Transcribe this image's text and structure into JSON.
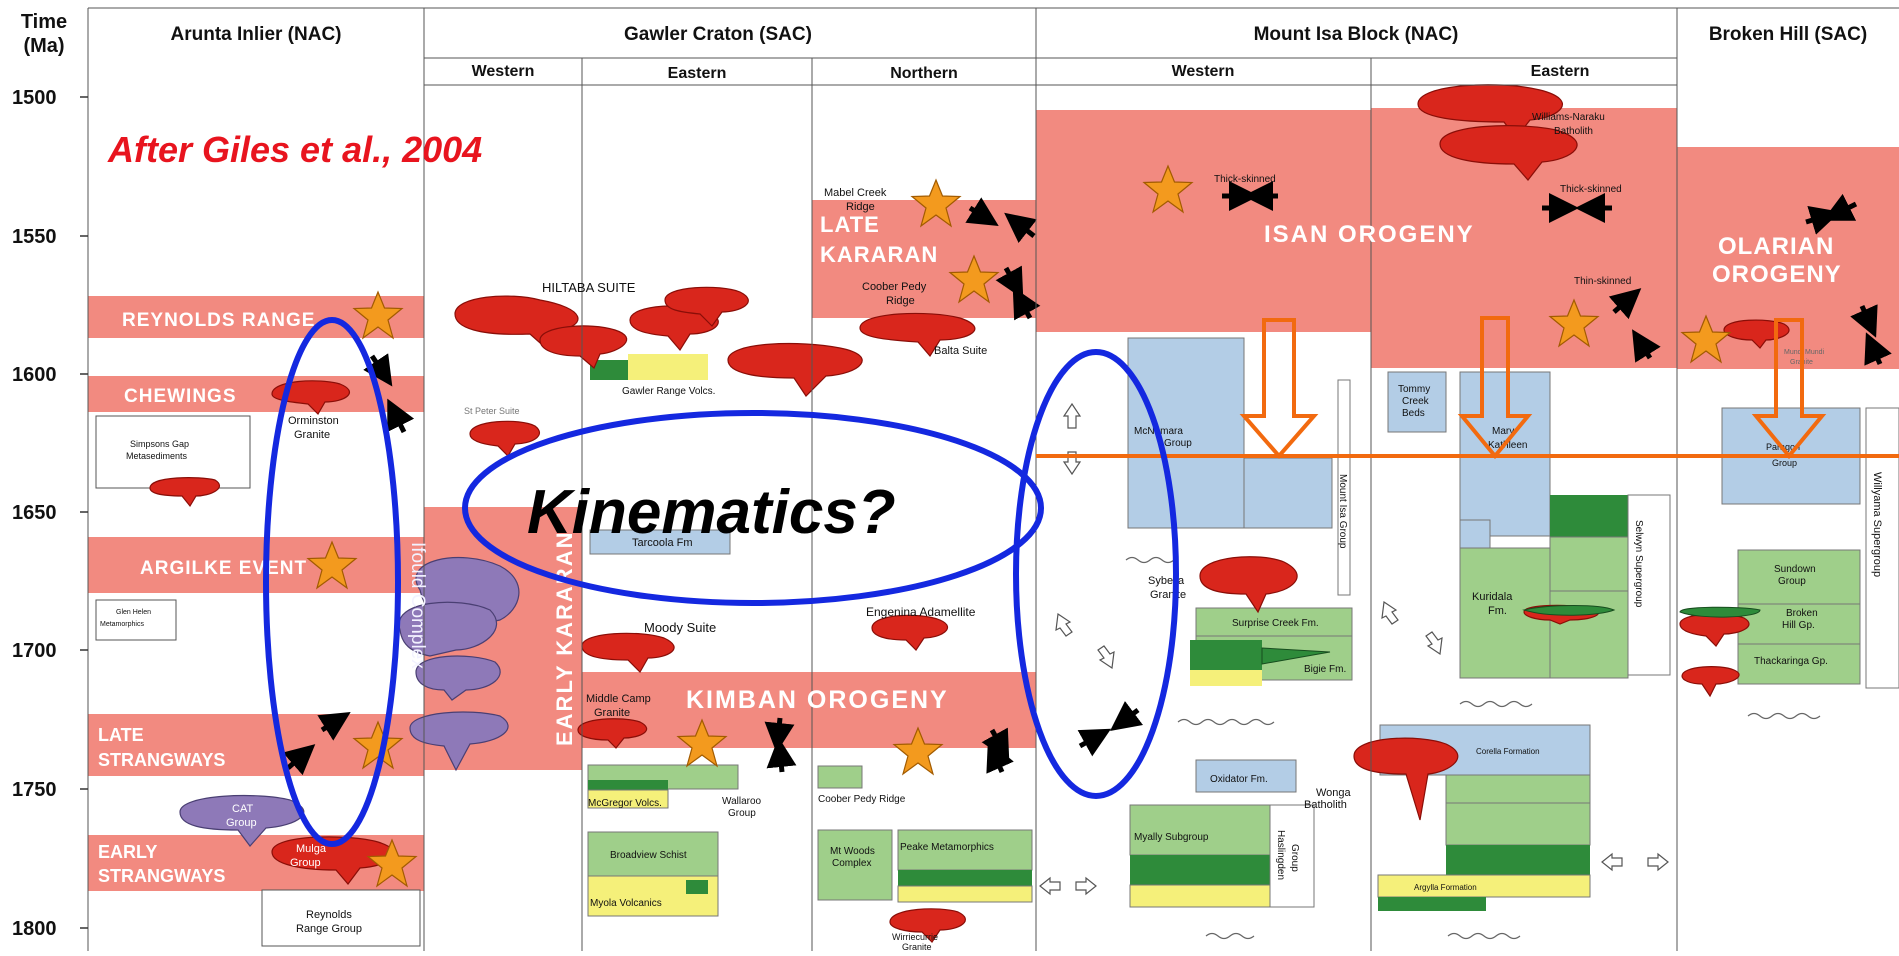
{
  "axis": {
    "title_line1": "Time",
    "title_line2": "(Ma)",
    "ticks": [
      "1500",
      "1550",
      "1600",
      "1650",
      "1700",
      "1750",
      "1800"
    ]
  },
  "regions": {
    "arunta": "Arunta Inlier (NAC)",
    "gawler": "Gawler Craton (SAC)",
    "mountisa": "Mount Isa Block (NAC)",
    "broken": "Broken Hill (SAC)"
  },
  "subregions": {
    "gawler_western": "Western",
    "gawler_eastern": "Eastern",
    "gawler_northern": "Northern",
    "isa_western": "Western",
    "isa_eastern": "Eastern"
  },
  "citation": "After Giles et al., 2004",
  "callout": "Kinematics?",
  "events": {
    "reynolds_range": "REYNOLDS RANGE",
    "chewings": "CHEWINGS",
    "argilke": "ARGILKE EVENT",
    "late_strangways_1": "LATE",
    "late_strangways_2": "STRANGWAYS",
    "early_strangways_1": "EARLY",
    "early_strangways_2": "STRANGWAYS",
    "late_kararan_1": "LATE",
    "late_kararan_2": "KARARAN",
    "early_kararan": "EARLY KARARAN",
    "kimban": "KIMBAN OROGENY",
    "isan": "ISAN OROGENY",
    "olarian_1": "OLARIAN",
    "olarian_2": "OROGENY"
  },
  "units": {
    "hiltaba": "HILTABA SUITE",
    "gawler_range": "Gawler Range Volcs.",
    "st_peter": "St Peter Suite",
    "mabel_1": "Mabel Creek",
    "mabel_2": "Ridge",
    "coober_1": "Coober Pedy",
    "coober_2": "Ridge",
    "balta": "Balta Suite",
    "orminston_1": "Orminston",
    "orminston_2": "Granite",
    "simpsons_1": "Simpsons Gap",
    "simpsons_2": "Metasediments",
    "glen_helen_1": "Glen Helen",
    "glen_helen_2": "Metamorphics",
    "cat_1": "CAT",
    "cat_2": "Group",
    "mulga_1": "Mulga",
    "mulga_2": "Group",
    "reynolds_grp_1": "Reynolds",
    "reynolds_grp_2": "Range Group",
    "tarcoola": "Tarcoola Fm",
    "moody": "Moody Suite",
    "engenina": "Engenina Adamellite",
    "middle_camp_1": "Middle Camp",
    "middle_camp_2": "Granite",
    "mcgregor": "McGregor Volcs.",
    "wallaroo_1": "Wallaroo",
    "wallaroo_2": "Group",
    "broadview": "Broadview Schist",
    "myola": "Myola Volcanics",
    "coober_ridge": "Coober Pedy Ridge",
    "mt_woods_1": "Mt Woods",
    "mt_woods_2": "Complex",
    "peake": "Peake Metamorphics",
    "wirriecurrie_1": "Wirriecurrie",
    "wirriecurrie_2": "Granite",
    "ifould": "Ifould Complex",
    "thick_skinned_w": "Thick-skinned",
    "thick_skinned_e": "Thick-skinned",
    "thin_skinned": "Thin-skinned",
    "williams_1": "Williams-Naraku",
    "williams_2": "Batholith",
    "mcnamara_1": "McNamara",
    "mcnamara_2": "Group",
    "mount_isa_grp": "Mount Isa Group",
    "tommy_1": "Tommy",
    "tommy_2": "Creek",
    "tommy_3": "Beds",
    "mary_1": "Mary",
    "mary_2": "Kathleen",
    "sybella_1": "Sybella",
    "sybella_2": "Granite",
    "surprise": "Surprise Creek Fm.",
    "bigie": "Bigie Fm.",
    "kuridala_1": "Kuridala",
    "kuridala_2": "Fm.",
    "selwyn": "Selwyn Supergroup",
    "oxidator": "Oxidator Fm.",
    "myally": "Myally Subgroup",
    "haslingden_1": "Haslingden",
    "haslingden_2": "Group",
    "wonga_1": "Wonga",
    "wonga_2": "Batholith",
    "argylla": "Argylla Formation",
    "corella": "Corella Formation",
    "willyama": "Willyama Supergroup",
    "sundown_1": "Sundown",
    "sundown_2": "Group",
    "broken_hill_gp_1": "Broken",
    "broken_hill_gp_2": "Hill Gp.",
    "thackaringa": "Thackaringa Gp.",
    "paragon_1": "Paragon",
    "paragon_2": "Group",
    "mundi_1": "Mundi Mundi",
    "mundi_2": "Granite"
  },
  "colors": {
    "orogeny_band": "#f28a80",
    "granite": "#d9261c",
    "basin_blue": "#b3cde6",
    "basin_green": "#9fcf8a",
    "dark_green": "#2e8b3a",
    "volcanic_yellow": "#f5f07a",
    "star_orange": "#f39a1e",
    "ellipse_blue": "#1428e0",
    "arrow_orange": "#f26a0f",
    "purple_complex": "#8e79b8",
    "citation_red": "#e8141e"
  }
}
